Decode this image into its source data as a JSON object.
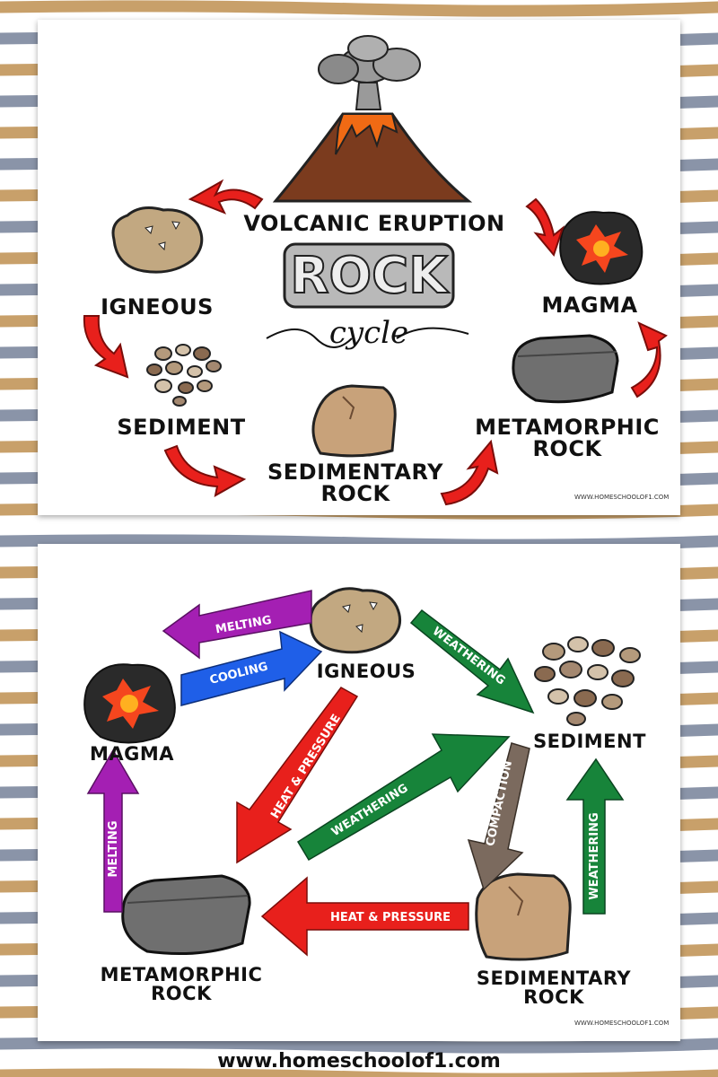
{
  "colors": {
    "stripe_tan": "#c8a06a",
    "stripe_gray": "#8a94a8",
    "red_arrow": "#e8201c",
    "green_arrow": "#17843a",
    "blue_arrow": "#1f5fe8",
    "purple_arrow": "#a41fb3",
    "brown_arrow": "#7b6a5e"
  },
  "card1": {
    "title_main": "ROCK",
    "title_sub": "cycle",
    "labels": {
      "volcanic": "VOLCANIC ERUPTION",
      "igneous": "IGNEOUS",
      "magma": "MAGMA",
      "sediment": "SEDIMENT",
      "sedimentary": "SEDIMENTARY\nROCK",
      "metamorphic": "METAMORPHIC\nROCK"
    },
    "website": "WWW.HOMESCHOOLOF1.COM"
  },
  "card2": {
    "labels": {
      "igneous": "IGNEOUS",
      "magma": "MAGMA",
      "sediment": "SEDIMENT",
      "metamorphic": "METAMORPHIC\nROCK",
      "sedimentary": "SEDIMENTARY\nROCK"
    },
    "arrows": {
      "melting_top": "MELTING",
      "cooling": "COOLING",
      "weathering_top": "WEATHERING",
      "heat_pressure_diag": "HEAT & PRESSURE",
      "weathering_mid": "WEATHERING",
      "compaction": "COMPACTION",
      "melting_left": "MELTING",
      "heat_pressure_bottom": "HEAT & PRESSURE",
      "weathering_right": "WEATHERING"
    },
    "website": "WWW.HOMESCHOOLOF1.COM"
  },
  "footer": "www.homeschoolof1.com"
}
